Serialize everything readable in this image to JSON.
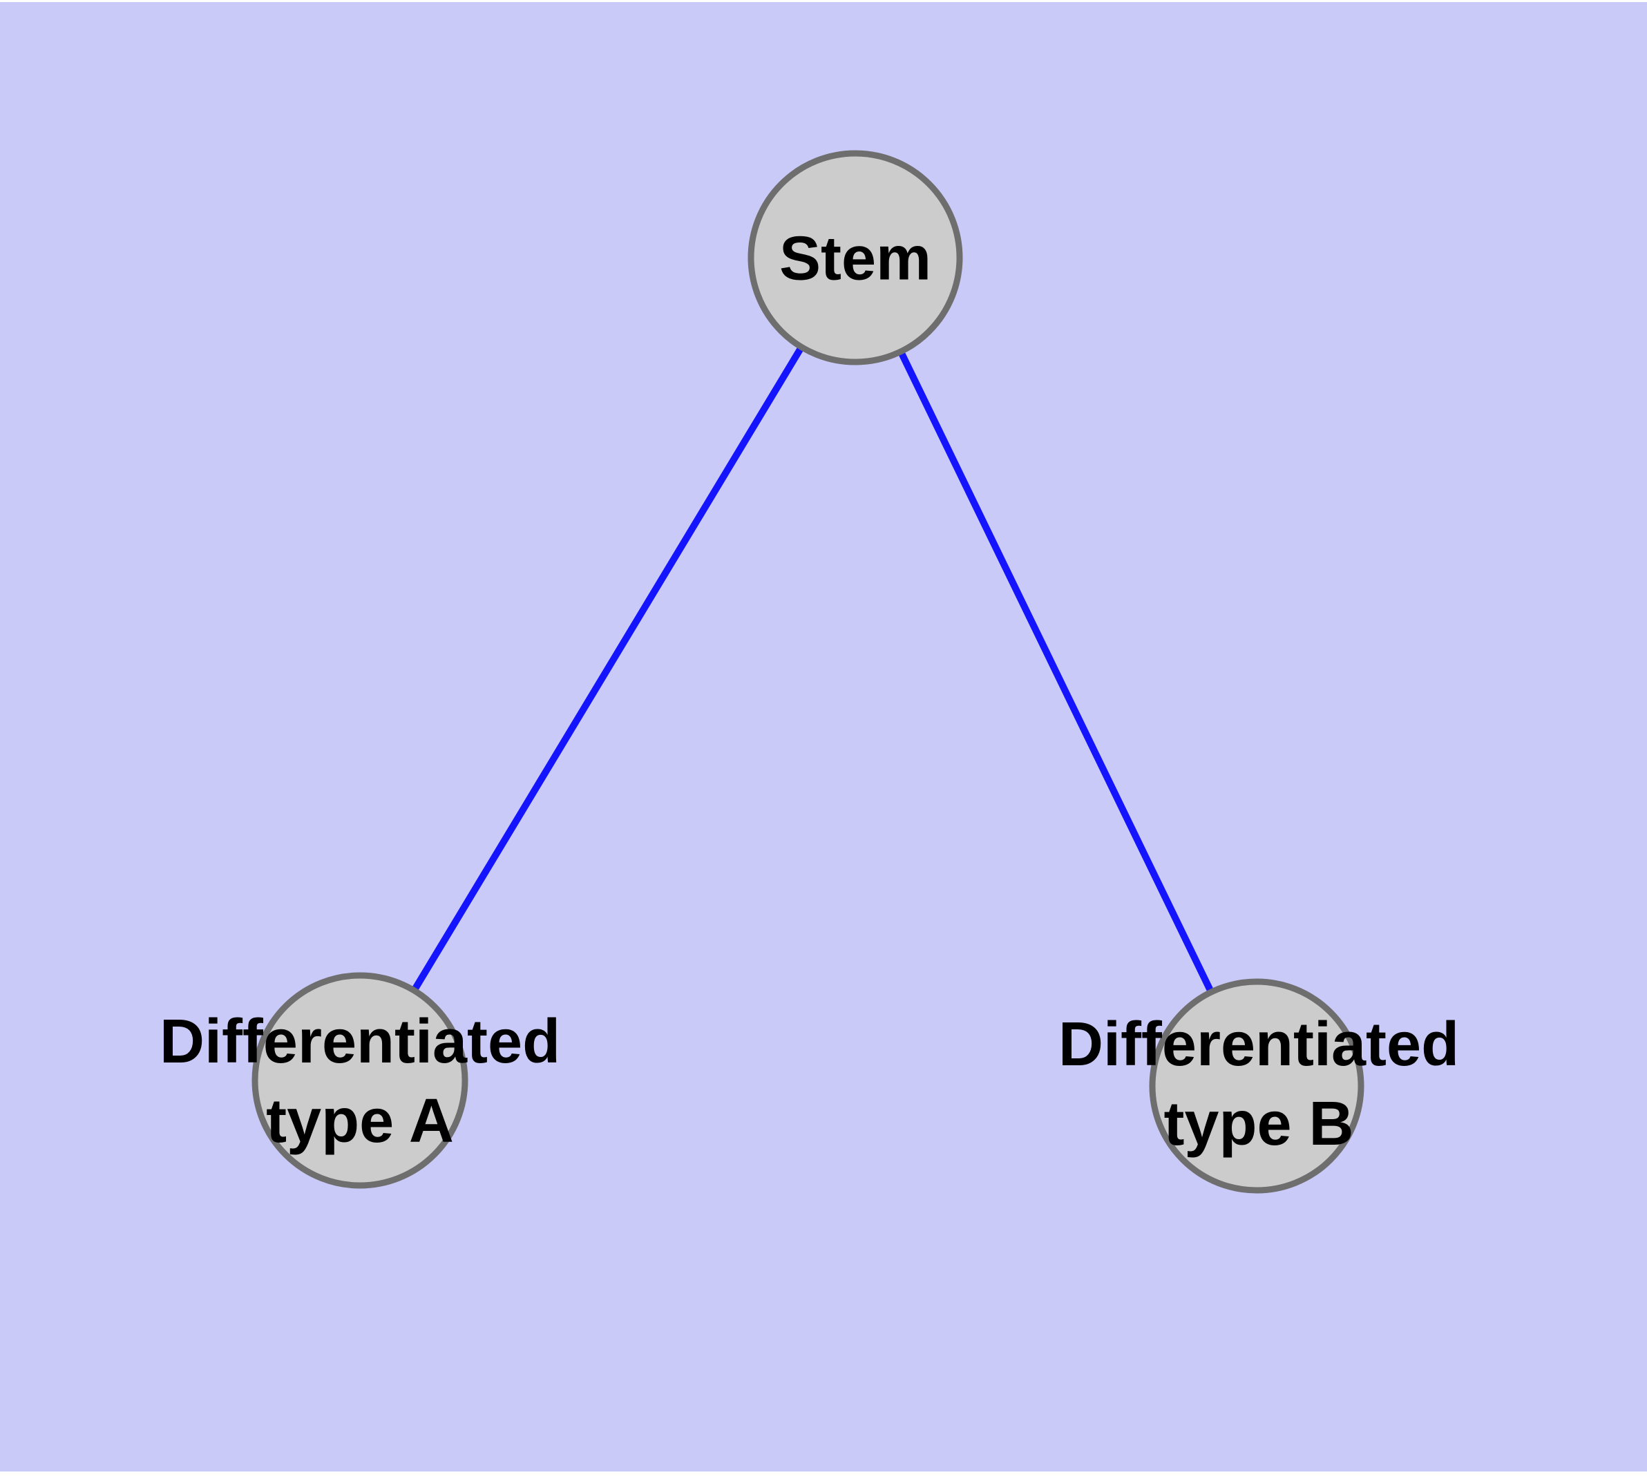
{
  "diagram": {
    "background_color": "#CACAF8",
    "frame_color": "#FFFFFF",
    "edge_color": "#1414FF",
    "node_border_color": "#6E6E6E",
    "text_color": "#000000",
    "nodes": [
      {
        "id": "stem",
        "label": "Stem",
        "color": "#99FF00"
      },
      {
        "id": "type-a",
        "label": "Differentiated\ntype A",
        "color": "#FFFF00"
      },
      {
        "id": "type-b",
        "label": "Differentiated\ntype B",
        "color": "#E09B26"
      }
    ],
    "edges": [
      {
        "from": "stem",
        "to": "type-a"
      },
      {
        "from": "stem",
        "to": "type-b"
      }
    ]
  }
}
